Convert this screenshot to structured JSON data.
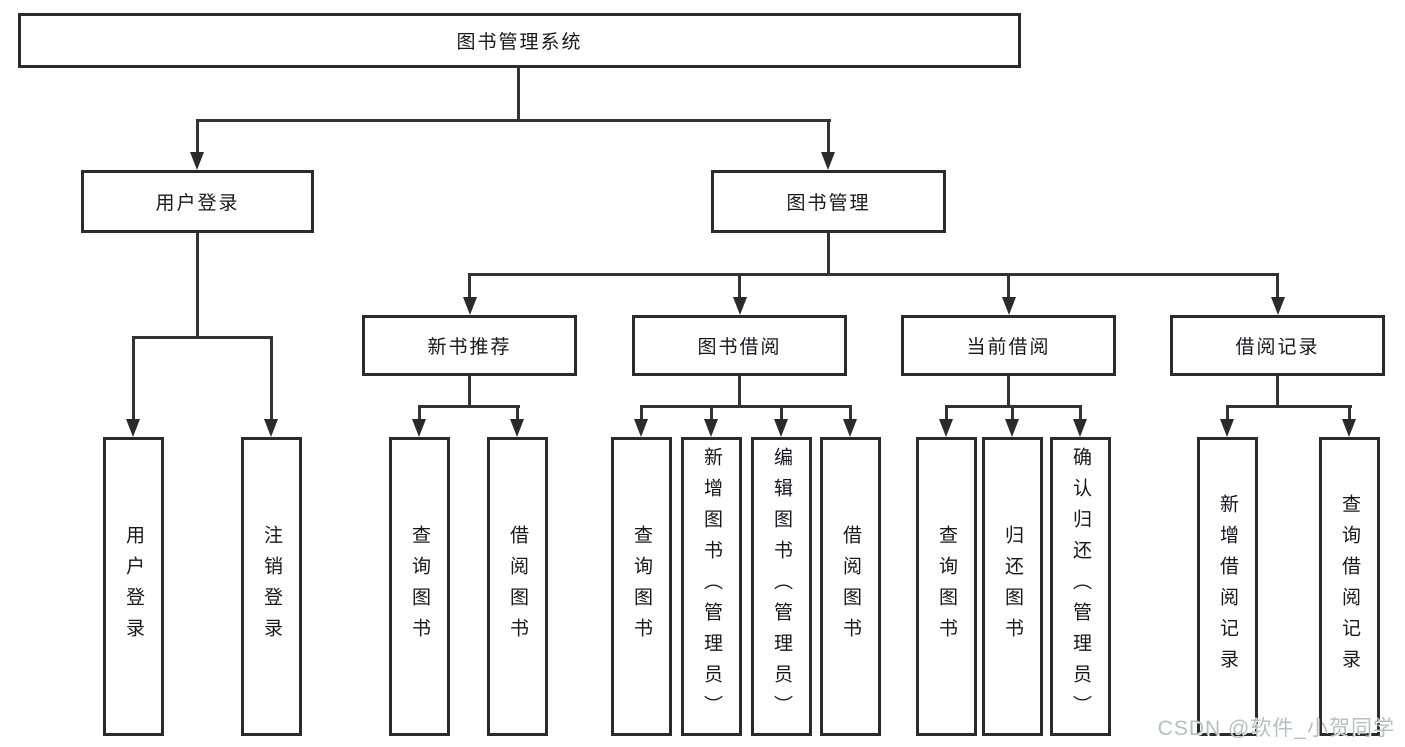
{
  "diagram": {
    "type": "functional-structure-tree",
    "background_color": "#ffffff",
    "line_color": "#333336",
    "border_color": "#2b2b2b",
    "text_color": "#17171c",
    "watermark_color": "#b9bcc1"
  },
  "tree": {
    "root": "图书管理系统",
    "children": [
      {
        "label": "用户登录",
        "children": [
          {
            "label": "用户登录"
          },
          {
            "label": "注销登录"
          }
        ]
      },
      {
        "label": "图书管理",
        "children": [
          {
            "label": "新书推荐",
            "children": [
              {
                "label": "查询图书"
              },
              {
                "label": "借阅图书"
              }
            ]
          },
          {
            "label": "图书借阅",
            "children": [
              {
                "label": "查询图书"
              },
              {
                "label": "新增图书（管理员）"
              },
              {
                "label": "编辑图书（管理员）"
              },
              {
                "label": "借阅图书"
              }
            ]
          },
          {
            "label": "当前借阅",
            "children": [
              {
                "label": "查询图书"
              },
              {
                "label": "归还图书"
              },
              {
                "label": "确认归还（管理员）"
              }
            ]
          },
          {
            "label": "借阅记录",
            "children": [
              {
                "label": "新增借阅记录"
              },
              {
                "label": "查询借阅记录"
              }
            ]
          }
        ]
      }
    ]
  },
  "watermark": {
    "text": "CSDN @软件_小贺同学"
  }
}
